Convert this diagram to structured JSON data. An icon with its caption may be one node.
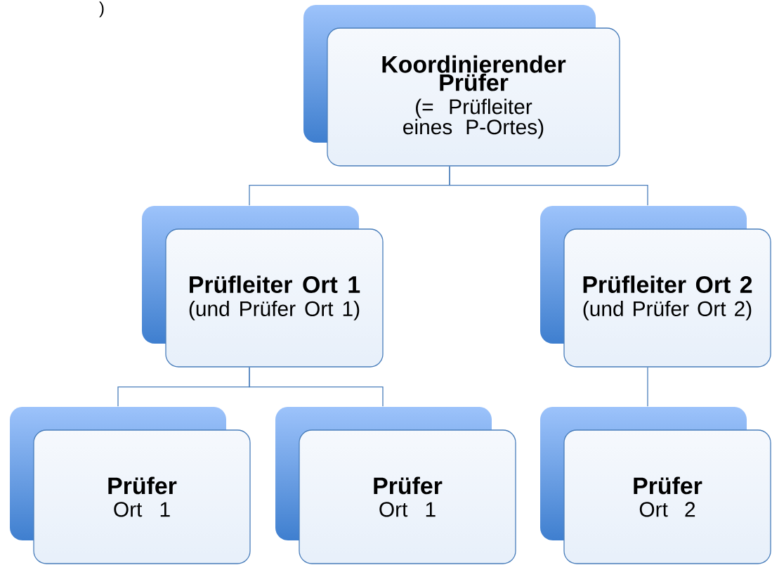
{
  "diagram": {
    "nodes": [
      {
        "text": [
          "Koordinierender Prüfer",
          "(= Prüfleiter eines P-Ortes)"
        ]
      },
      {
        "text": [
          "Prüfleiter Ort 1",
          "(und Prüfer Ort 1)"
        ]
      },
      {
        "text": [
          "Prüfleiter Ort 2",
          "(und Prüfer Ort 2)"
        ]
      },
      {
        "text": [
          "Prüfer",
          "Ort 1"
        ]
      },
      {
        "text": [
          "Prüfer",
          "Ort 1"
        ]
      },
      {
        "text": [
          "Prüfer",
          "Ort 2"
        ]
      }
    ],
    "edges": [
      {
        "from": 0,
        "to": 1,
        "arrow": "none"
      },
      {
        "from": 0,
        "to": 2,
        "arrow": "none"
      },
      {
        "from": 1,
        "to": 3,
        "arrow": "none"
      },
      {
        "from": 1,
        "to": 4,
        "arrow": "none"
      },
      {
        "from": 2,
        "to": 5,
        "arrow": "none"
      }
    ],
    "labels": [
      ")"
    ]
  }
}
